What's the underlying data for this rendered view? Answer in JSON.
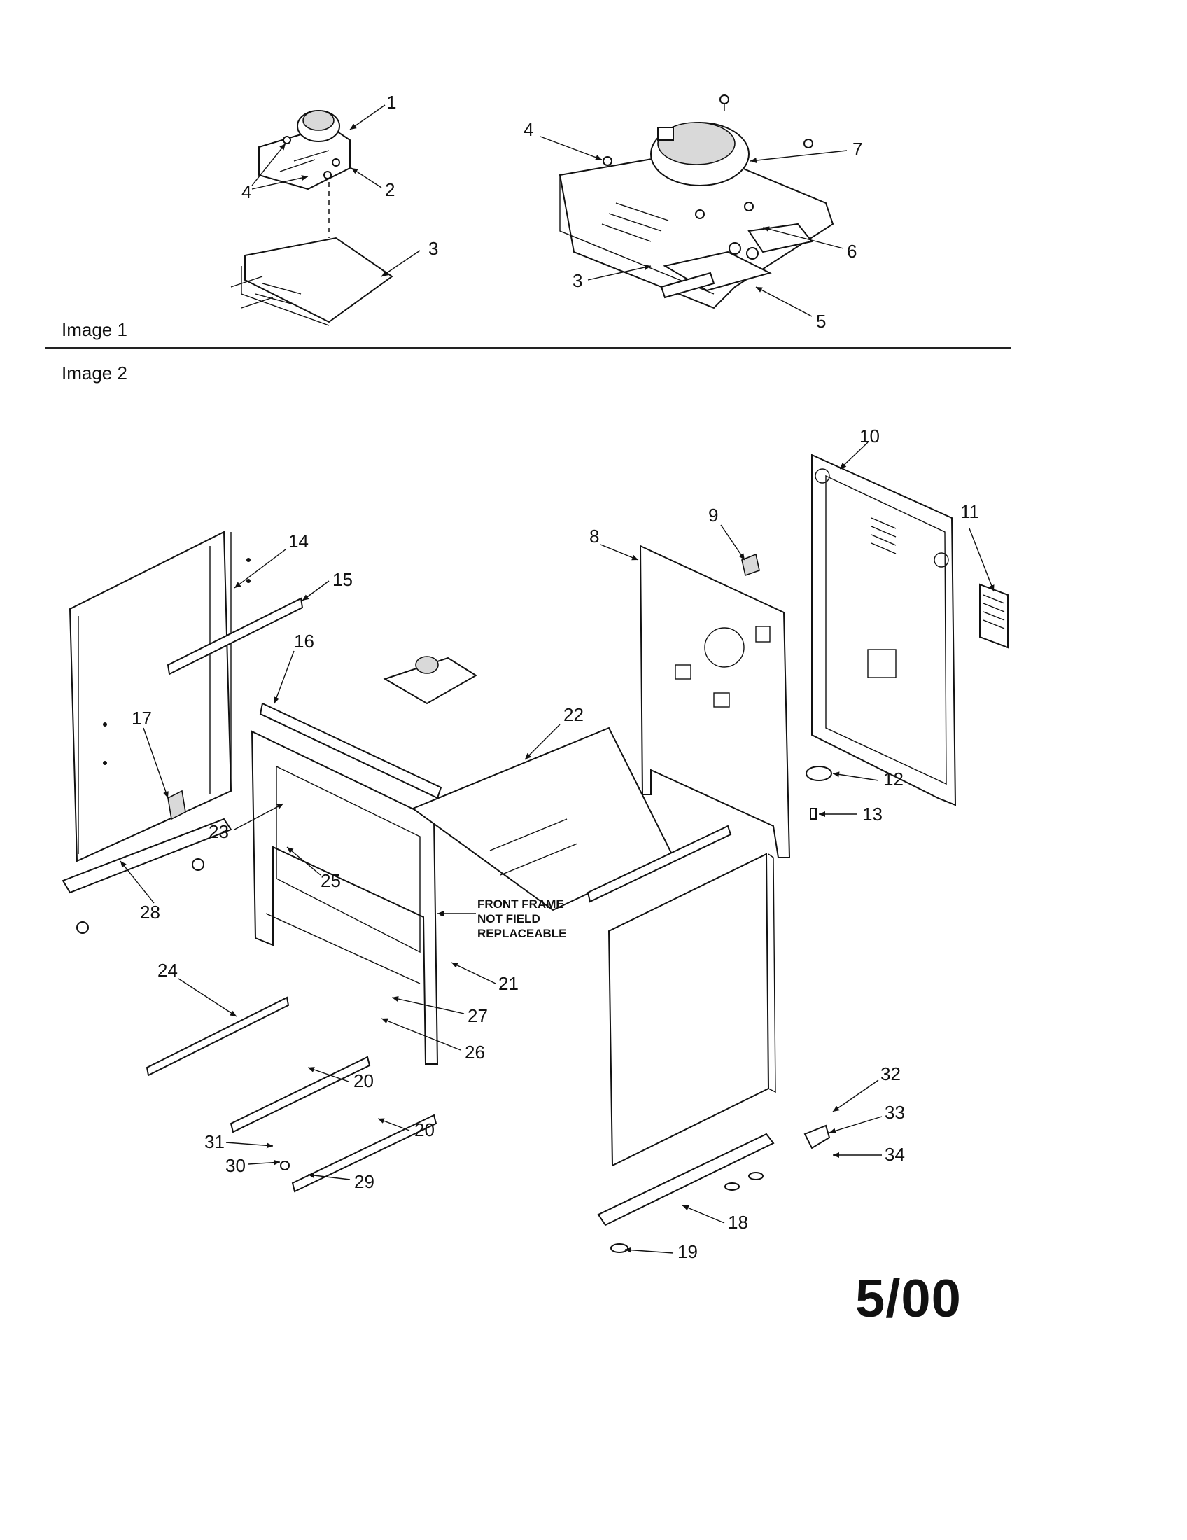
{
  "sections": {
    "image1_label": "Image 1",
    "image2_label": "Image 2"
  },
  "callouts": [
    "1",
    "2",
    "3",
    "4",
    "5",
    "6",
    "7",
    "8",
    "9",
    "10",
    "11",
    "12",
    "13",
    "14",
    "15",
    "16",
    "17",
    "18",
    "19",
    "20",
    "21",
    "22",
    "23",
    "24",
    "25",
    "26",
    "27",
    "28",
    "29",
    "30",
    "31",
    "32",
    "33",
    "34"
  ],
  "note": {
    "line1": "FRONT FRAME",
    "line2": "NOT FIELD",
    "line3": "REPLACEABLE"
  },
  "footer_code": "5/00"
}
